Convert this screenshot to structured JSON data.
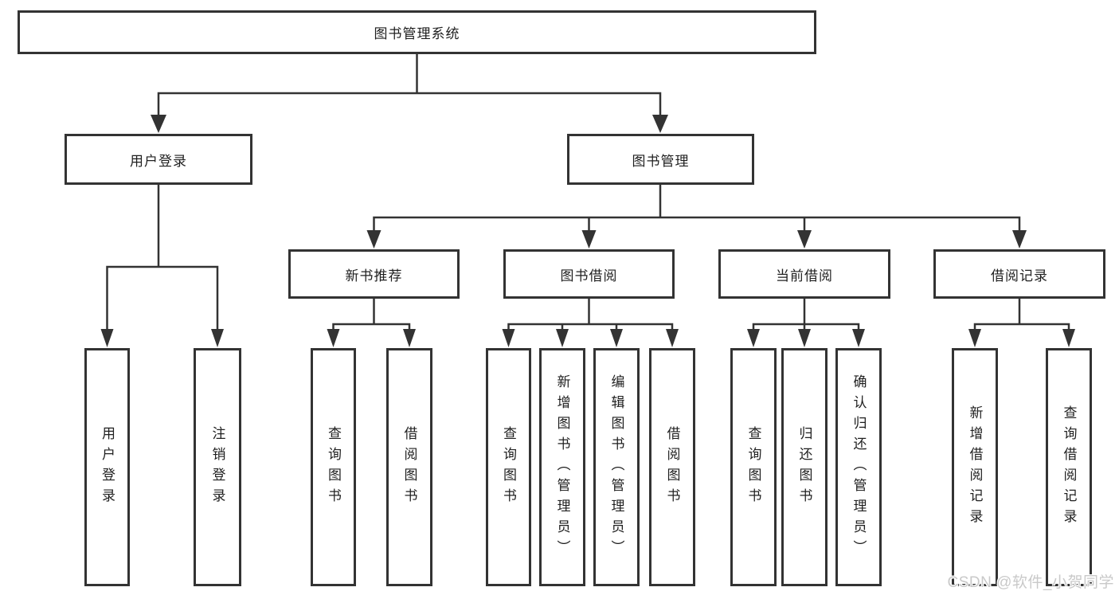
{
  "diagram": {
    "root": {
      "label": "图书管理系统"
    },
    "branches": [
      {
        "label": "用户登录",
        "children": [
          "用户登录",
          "注销登录"
        ]
      },
      {
        "label": "图书管理",
        "children": [
          {
            "label": "新书推荐",
            "children": [
              "查询图书",
              "借阅图书"
            ]
          },
          {
            "label": "图书借阅",
            "children": [
              "查询图书",
              "新增图书（管理员）",
              "编辑图书（管理员）",
              "借阅图书"
            ]
          },
          {
            "label": "当前借阅",
            "children": [
              "查询图书",
              "归还图书",
              "确认归还（管理员）"
            ]
          },
          {
            "label": "借阅记录",
            "children": [
              "新增借阅记录",
              "查询借阅记录"
            ]
          }
        ]
      }
    ],
    "watermark": "CSDN @软件_小贺同学"
  },
  "colors": {
    "line": "#333333",
    "box_border": "#333333",
    "text": "#1f1f1f",
    "background": "#ffffff",
    "watermark": "#c9c9c9"
  }
}
